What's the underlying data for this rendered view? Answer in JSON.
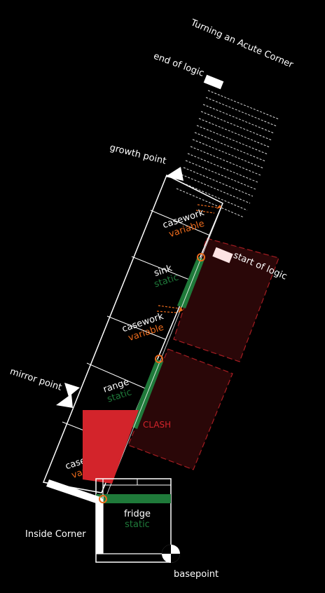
{
  "title": "Turning an Acute Corner",
  "labels": {
    "end_of_logic": "end of logic",
    "growth_point": "growth point",
    "start_of_logic": "start of logic",
    "mirror_point": "mirror point",
    "inside_corner": "Inside Corner",
    "basepoint": "basepoint",
    "clash": "CLASH"
  },
  "modules": [
    {
      "name": "casework",
      "type": "variable"
    },
    {
      "name": "sink",
      "type": "static"
    },
    {
      "name": "casework",
      "type": "variable"
    },
    {
      "name": "range",
      "type": "static"
    },
    {
      "name": "casework",
      "type": "variable"
    }
  ],
  "fridge": {
    "name": "fridge",
    "type": "static"
  },
  "colors": {
    "background": "#000000",
    "line": "#ffffff",
    "variable": "#ea6a1c",
    "static": "#1f7a3a",
    "clash": "#d3242b",
    "clash_outline": "#a51d22",
    "clash_fill": "#2a0708"
  }
}
